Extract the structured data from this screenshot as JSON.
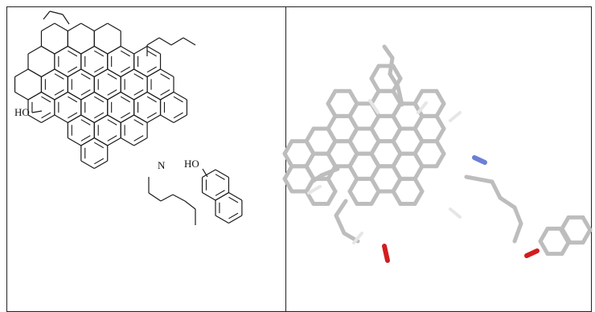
{
  "figure": {
    "left_panel": {
      "atom_labels": {
        "hydroxyl_left": "HO",
        "nitrogen": "N",
        "hydroxyl_right": "HO"
      }
    },
    "right_panel": {
      "colors": {
        "carbon": "#c8c8c8",
        "hydrogen": "#e6e6e6",
        "nitrogen": "#6b7fd6",
        "oxygen": "#d21e1e",
        "bond": "#bdbdbd"
      }
    }
  }
}
